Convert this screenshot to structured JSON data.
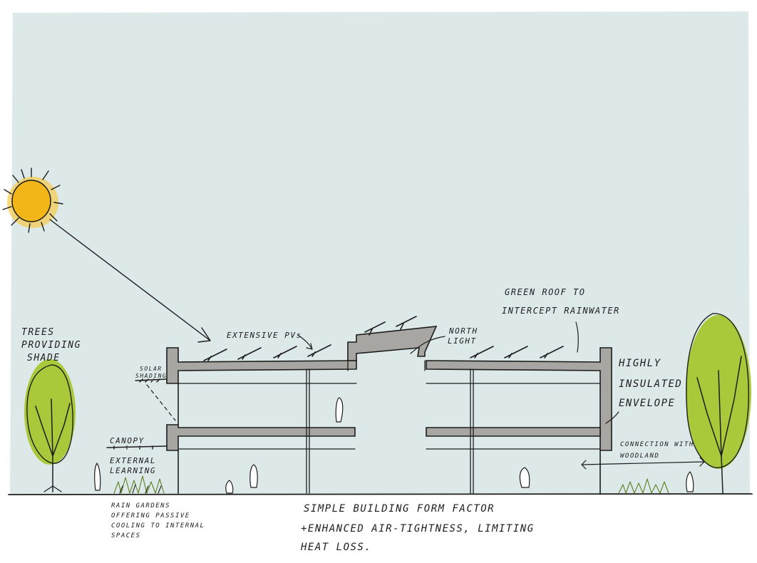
{
  "colors": {
    "sky": "#dde9e9",
    "sun_fill": "#f2b618",
    "sun_glow": "#f7c948",
    "tree_green": "#a9c93a",
    "tree_dark": "#8fae2c",
    "slab_grey": "#a7a6a3",
    "ink": "#1d1d1b",
    "grass": "#7da23a"
  },
  "labels": {
    "trees_line1": "TREES",
    "trees_line2": "PROVIDING",
    "trees_line3": "SHADE",
    "solar_line1": "SOLAR",
    "solar_line2": "SHADING",
    "canopy": "CANOPY",
    "external_line1": "EXTERNAL",
    "external_line2": "LEARNING",
    "rain_line1": "RAIN GARDENS",
    "rain_line2": "OFFERING PASSIVE",
    "rain_line3": "COOLING TO INTERNAL",
    "rain_line4": "SPACES",
    "pvs": "EXTENSIVE PVs",
    "north_line1": "NORTH",
    "north_line2": "LIGHT",
    "green_line1": "GREEN ROOF TO",
    "green_line2": "INTERCEPT RAINWATER",
    "envelope_line1": "HIGHLY",
    "envelope_line2": "INSULATED",
    "envelope_line3": "ENVELOPE",
    "woodland_line1": "CONNECTION WITH",
    "woodland_line2": "WOODLAND",
    "bottom_line1": "SIMPLE BUILDING FORM FACTOR",
    "bottom_line2": "+ENHANCED AIR-TIGHTNESS, LIMITING",
    "bottom_line3": "HEAT LOSS."
  },
  "icons": [
    "sun-icon",
    "tree-icon",
    "solar-panel-icon",
    "person-icon",
    "grass-icon"
  ]
}
